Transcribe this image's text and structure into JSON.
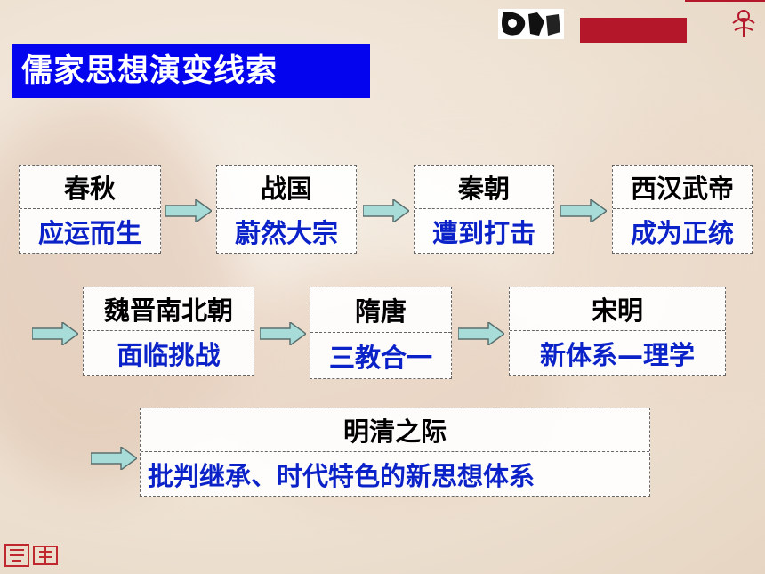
{
  "title": "儒家思想演变线索",
  "stages": [
    {
      "era": "春秋",
      "desc": "应运而生"
    },
    {
      "era": "战国",
      "desc": "蔚然大宗"
    },
    {
      "era": "秦朝",
      "desc": "遭到打击"
    },
    {
      "era": "西汉武帝",
      "desc": "成为正统"
    },
    {
      "era": "魏晋南北朝",
      "desc": "面临挑战"
    },
    {
      "era": "隋唐",
      "desc": "三教合一"
    },
    {
      "era": "宋明",
      "desc": "新体系—理学"
    },
    {
      "era": "明清之际",
      "desc": "批判继承、时代特色的新思想体系"
    }
  ],
  "colors": {
    "title_bg": "#0404ee",
    "title_text": "#ffffff",
    "era_text": "#000000",
    "desc_text": "#0a22c8",
    "arrow_fill": "#a8dcd8",
    "accent_red": "#b4162a"
  },
  "icons": [
    "arrow-right-icon",
    "seal-logo-icon",
    "flower-ornament-icon"
  ]
}
